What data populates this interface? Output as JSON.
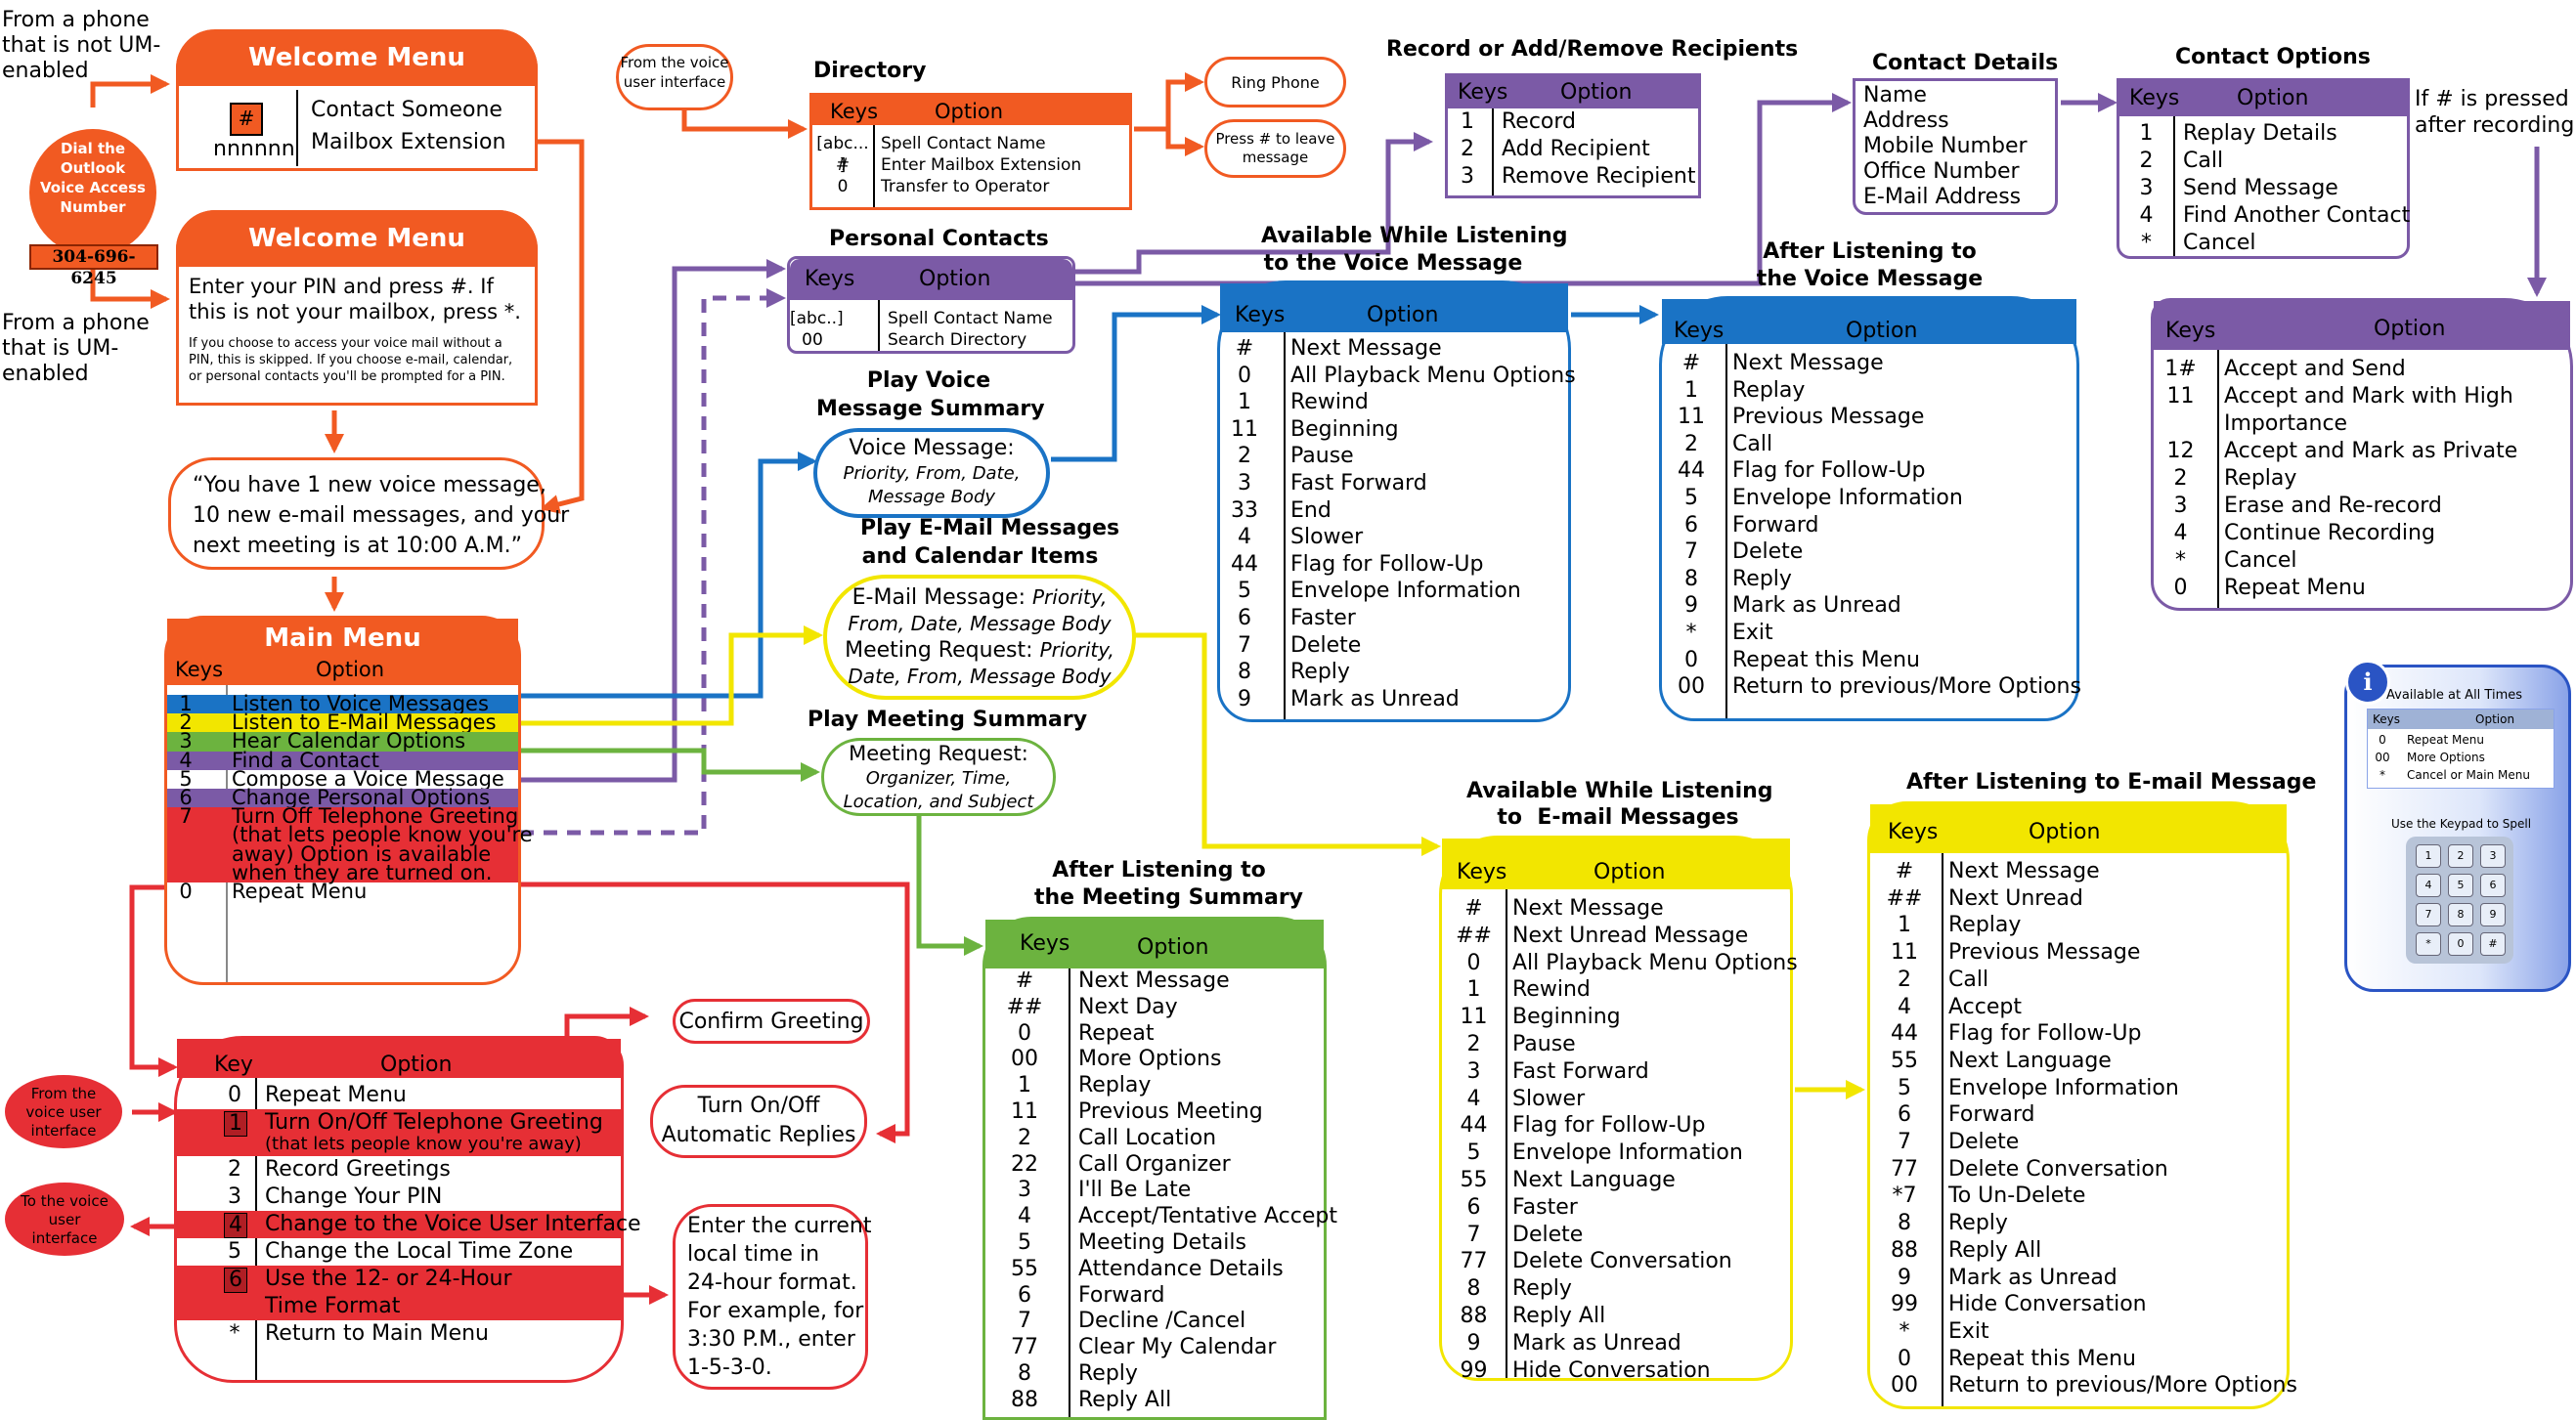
{
  "phone_notum": "From a phone\nthat is not UM-\nenabled",
  "phone_um": "From a phone\nthat is UM-\nenabled",
  "dial_circle": "Dial the\nOutlook\nVoice Access\nNumber",
  "phone_number": "304-696-6245",
  "welcome1": {
    "title": "Welcome Menu",
    "key_symbol": "#",
    "key_digits": "nnnnnn",
    "line1": "Contact Someone",
    "line2": "Mailbox Extension"
  },
  "welcome2": {
    "title": "Welcome Menu",
    "main": "Enter your PIN and press #. If\nthis is not your mailbox, press *.",
    "note": "If you choose to access your voice mail without a\nPIN, this is skipped. If you choose e-mail, calendar,\nor personal contacts you'll be prompted for a PIN."
  },
  "summary_bubble": "“You have 1 new voice message,\n10 new e-mail messages, and your\nnext meeting is at 10:00 A.M.”",
  "main_menu": {
    "title": "Main Menu",
    "col_keys": "Keys",
    "col_option": "Option",
    "rows": [
      {
        "k": "1",
        "o": "Listen to Voice Messages"
      },
      {
        "k": "2",
        "o": "Listen to E-Mail Messages"
      },
      {
        "k": "3",
        "o": "Hear Calendar Options"
      },
      {
        "k": "4",
        "o": "Find a Contact"
      },
      {
        "k": "5",
        "o": "Compose a Voice Message"
      },
      {
        "k": "6",
        "o": "Change Personal Options"
      },
      {
        "k": "7",
        "o": "Turn Off Telephone Greeting\n(that lets people know you're\naway) Option is available\nwhen they are turned on."
      },
      {
        "k": "0",
        "o": "Repeat Menu"
      }
    ]
  },
  "from_voice_ui": "From the voice\nuser interface",
  "directory": {
    "title": "Directory",
    "col_keys": "Keys",
    "col_option": "Option",
    "rows": [
      {
        "k": "[abc... ]",
        "o": "Spell Contact Name"
      },
      {
        "k": "#",
        "o": "Enter Mailbox Extension"
      },
      {
        "k": "0",
        "o": "Transfer to Operator"
      }
    ]
  },
  "ring_phone": "Ring Phone",
  "press_hash": "Press # to leave\nmessage",
  "personal_contacts": {
    "title": "Personal Contacts",
    "col_keys": "Keys",
    "col_option": "Option",
    "rows": [
      {
        "k": "[abc..]",
        "o": "Spell Contact Name"
      },
      {
        "k": "00",
        "o": "Search Directory"
      }
    ]
  },
  "record": {
    "title": "Record or Add/Remove Recipients",
    "col_keys": "Keys",
    "col_option": "Option",
    "rows": [
      {
        "k": "1",
        "o": "Record"
      },
      {
        "k": "2",
        "o": "Add Recipient"
      },
      {
        "k": "3",
        "o": "Remove Recipient"
      }
    ]
  },
  "contact_details": {
    "title": "Contact Details",
    "items": [
      "Name",
      "Address",
      "Mobile Number",
      "Office Number",
      "E-Mail Address"
    ]
  },
  "contact_options": {
    "title": "Contact Options",
    "col_keys": "Keys",
    "col_option": "Option",
    "rows": [
      {
        "k": "1",
        "o": "Replay Details"
      },
      {
        "k": "2",
        "o": "Call"
      },
      {
        "k": "3",
        "o": "Send Message"
      },
      {
        "k": "4",
        "o": "Find Another Contact"
      },
      {
        "k": "*",
        "o": "Cancel"
      }
    ]
  },
  "if_hash": "If # is pressed\nafter recording",
  "accept_menu": {
    "col_keys": "Keys",
    "col_option": "Option",
    "rows": [
      {
        "k": "1#",
        "o": "Accept and Send"
      },
      {
        "k": "11",
        "o": "Accept and Mark with High\nImportance"
      },
      {
        "k": "12",
        "o": "Accept and Mark as Private"
      },
      {
        "k": "2",
        "o": "Replay"
      },
      {
        "k": "3",
        "o": "Erase and Re-record"
      },
      {
        "k": "4",
        "o": "Continue Recording"
      },
      {
        "k": "*",
        "o": "Cancel"
      },
      {
        "k": "0",
        "o": "Repeat Menu"
      }
    ]
  },
  "play_voice": {
    "title": "Play Voice\nMessage Summary",
    "line1": "Voice Message:",
    "line2": "Priority, From, Date,\nMessage Body"
  },
  "play_email": {
    "title": "Play E-Mail Messages\nand Calendar Items",
    "l1a": "E-Mail Message: ",
    "l1b": "Priority,\nFrom, Date, Message Body",
    "l2a": "Meeting Request: ",
    "l2b": "Priority,\nDate, From, Message Body"
  },
  "play_meeting": {
    "title": "Play Meeting Summary",
    "line1": "Meeting Request:",
    "line2": "Organizer, Time,\nLocation, and Subject"
  },
  "avail_voice": {
    "title": "Available While Listening\nto the Voice Message",
    "col_keys": "Keys",
    "col_option": "Option",
    "rows": [
      {
        "k": "#",
        "o": "Next Message"
      },
      {
        "k": "0",
        "o": "All Playback Menu Options"
      },
      {
        "k": "1",
        "o": "Rewind"
      },
      {
        "k": "11",
        "o": "Beginning"
      },
      {
        "k": "2",
        "o": "Pause"
      },
      {
        "k": "3",
        "o": "Fast Forward"
      },
      {
        "k": "33",
        "o": "End"
      },
      {
        "k": "4",
        "o": "Slower"
      },
      {
        "k": "44",
        "o": "Flag for Follow-Up"
      },
      {
        "k": "5",
        "o": "Envelope Information"
      },
      {
        "k": "6",
        "o": "Faster"
      },
      {
        "k": "7",
        "o": "Delete"
      },
      {
        "k": "8",
        "o": "Reply"
      },
      {
        "k": "9",
        "o": "Mark as Unread"
      }
    ]
  },
  "after_voice": {
    "title": "After Listening to\nthe Voice Message",
    "col_keys": "Keys",
    "col_option": "Option",
    "rows": [
      {
        "k": "#",
        "o": "Next Message"
      },
      {
        "k": "1",
        "o": "Replay"
      },
      {
        "k": "11",
        "o": "Previous Message"
      },
      {
        "k": "2",
        "o": "Call"
      },
      {
        "k": "44",
        "o": "Flag for Follow-Up"
      },
      {
        "k": "5",
        "o": "Envelope Information"
      },
      {
        "k": "6",
        "o": "Forward"
      },
      {
        "k": "7",
        "o": "Delete"
      },
      {
        "k": "8",
        "o": "Reply"
      },
      {
        "k": "9",
        "o": "Mark as Unread"
      },
      {
        "k": "*",
        "o": "Exit"
      },
      {
        "k": "0",
        "o": "Repeat this Menu"
      },
      {
        "k": "00",
        "o": "Return to previous/More Options"
      }
    ]
  },
  "after_meeting": {
    "title": "After Listening to\nthe Meeting Summary",
    "col_keys": "Keys",
    "col_option": "Option",
    "rows": [
      {
        "k": "#",
        "o": "Next Message"
      },
      {
        "k": "##",
        "o": "Next Day"
      },
      {
        "k": "0",
        "o": "Repeat"
      },
      {
        "k": "00",
        "o": "More Options"
      },
      {
        "k": "1",
        "o": "Replay"
      },
      {
        "k": "11",
        "o": "Previous Meeting"
      },
      {
        "k": "2",
        "o": "Call Location"
      },
      {
        "k": "22",
        "o": "Call Organizer"
      },
      {
        "k": "3",
        "o": "I'll Be Late"
      },
      {
        "k": "4",
        "o": "Accept/Tentative Accept"
      },
      {
        "k": "5",
        "o": "Meeting Details"
      },
      {
        "k": "55",
        "o": "Attendance Details"
      },
      {
        "k": "6",
        "o": "Forward"
      },
      {
        "k": "7",
        "o": "Decline /Cancel"
      },
      {
        "k": "77",
        "o": "Clear My Calendar"
      },
      {
        "k": "8",
        "o": "Reply"
      },
      {
        "k": "88",
        "o": "Reply All"
      }
    ]
  },
  "avail_email": {
    "title": "Available While Listening\nto  E-mail Messages",
    "col_keys": "Keys",
    "col_option": "Option",
    "rows": [
      {
        "k": "#",
        "o": "Next Message"
      },
      {
        "k": "##",
        "o": "Next Unread Message"
      },
      {
        "k": "0",
        "o": "All Playback Menu Options"
      },
      {
        "k": "1",
        "o": "Rewind"
      },
      {
        "k": "11",
        "o": "Beginning"
      },
      {
        "k": "2",
        "o": "Pause"
      },
      {
        "k": "3",
        "o": "Fast Forward"
      },
      {
        "k": "4",
        "o": "Slower"
      },
      {
        "k": "44",
        "o": "Flag for Follow-Up"
      },
      {
        "k": "5",
        "o": "Envelope Information"
      },
      {
        "k": "55",
        "o": "Next Language"
      },
      {
        "k": "6",
        "o": "Faster"
      },
      {
        "k": "7",
        "o": "Delete"
      },
      {
        "k": "77",
        "o": "Delete Conversation"
      },
      {
        "k": "8",
        "o": "Reply"
      },
      {
        "k": "88",
        "o": "Reply All"
      },
      {
        "k": "9",
        "o": "Mark as Unread"
      },
      {
        "k": "99",
        "o": "Hide Conversation"
      }
    ]
  },
  "after_email": {
    "title": "After Listening to E-mail Message",
    "col_keys": "Keys",
    "col_option": "Option",
    "rows": [
      {
        "k": "#",
        "o": "Next Message"
      },
      {
        "k": "##",
        "o": "Next Unread"
      },
      {
        "k": "1",
        "o": "Replay"
      },
      {
        "k": "11",
        "o": "Previous Message"
      },
      {
        "k": "2",
        "o": "Call"
      },
      {
        "k": "4",
        "o": "Accept"
      },
      {
        "k": "44",
        "o": "Flag for Follow-Up"
      },
      {
        "k": "55",
        "o": "Next Language"
      },
      {
        "k": "5",
        "o": "Envelope Information"
      },
      {
        "k": "6",
        "o": "Forward"
      },
      {
        "k": "7",
        "o": "Delete"
      },
      {
        "k": "77",
        "o": "Delete Conversation"
      },
      {
        "k": "*7",
        "o": "To Un-Delete"
      },
      {
        "k": "8",
        "o": "Reply"
      },
      {
        "k": "88",
        "o": "Reply All"
      },
      {
        "k": "9",
        "o": "Mark as Unread"
      },
      {
        "k": "99",
        "o": "Hide Conversation"
      },
      {
        "k": "*",
        "o": "Exit"
      },
      {
        "k": "0",
        "o": "Repeat this Menu"
      },
      {
        "k": "00",
        "o": "Return to previous/More Options"
      }
    ]
  },
  "greeting_menu": {
    "col_keys": "Key",
    "col_option": "Option",
    "rows": [
      {
        "k": "0",
        "o": "Repeat Menu",
        "hl": false
      },
      {
        "k": "1",
        "o": "Turn On/Off Telephone Greeting",
        "sub": "(that lets people know you're away)",
        "hl": true
      },
      {
        "k": "2",
        "o": "Record Greetings",
        "hl": false
      },
      {
        "k": "3",
        "o": "Change Your PIN",
        "hl": false
      },
      {
        "k": "4",
        "o": "Change to the Voice User Interface",
        "hl": true
      },
      {
        "k": "5",
        "o": "Change the Local Time Zone",
        "hl": false
      },
      {
        "k": "6",
        "o": "Use the 12- or 24-Hour\nTime Format",
        "hl": true
      },
      {
        "k": "*",
        "o": "Return to Main Menu",
        "hl": false
      }
    ]
  },
  "from_voice_ui_red": "From the\nvoice user\ninterface",
  "to_voice_ui": "To the voice\nuser\ninterface",
  "confirm_greeting": "Confirm Greeting",
  "auto_replies": "Turn On/Off\nAutomatic Replies",
  "time_note": "Enter the current\nlocal time in\n24-hour format.\nFor example, for\n3:30 P.M., enter\n1-5-3-0.",
  "at_all_times": {
    "title": "Available at All Times",
    "col_keys": "Keys",
    "col_option": "Option",
    "rows": [
      {
        "k": "0",
        "o": "Repeat Menu"
      },
      {
        "k": "00",
        "o": "More Options"
      },
      {
        "k": "*",
        "o": "Cancel or Main Menu"
      }
    ],
    "keypad_label": "Use the Keypad to Spell",
    "keys": [
      "1",
      "2",
      "3",
      "4",
      "5",
      "6",
      "7",
      "8",
      "9",
      "*",
      "0",
      "#"
    ]
  },
  "colors": {
    "orange": "#f15a22",
    "purple": "#7b5aa6",
    "blue": "#1a73c5",
    "yellow": "#f2e600",
    "green": "#6cb33f",
    "red": "#e62f35",
    "darkblue": "#2a54c4"
  }
}
